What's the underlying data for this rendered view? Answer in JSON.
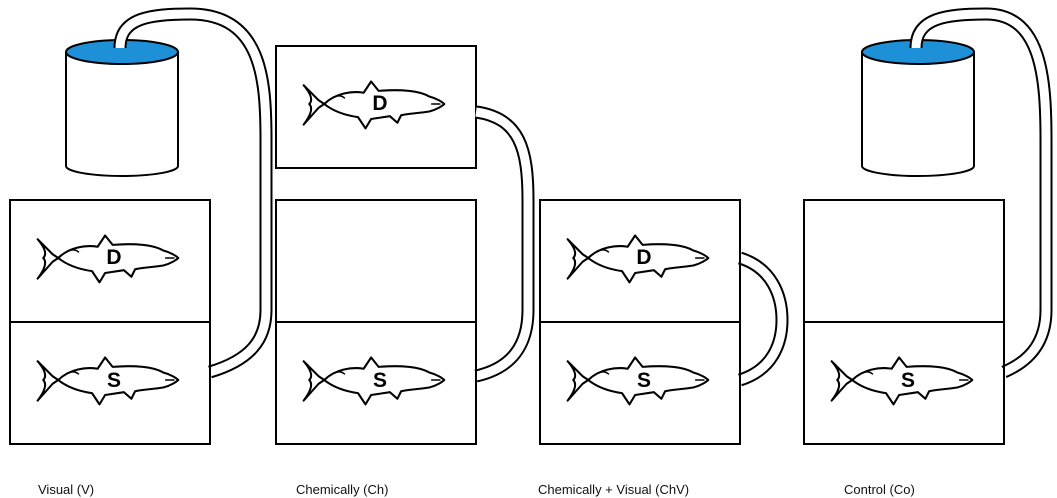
{
  "conditions": [
    {
      "label": "Visual (V)",
      "upper_fish": "D",
      "lower_fish": "S"
    },
    {
      "label": "Chemically (Ch)",
      "upper_fish": "D",
      "lower_fish": "S"
    },
    {
      "label": "Chemically + Visual (ChV)",
      "upper_fish": "D",
      "lower_fish": "S"
    },
    {
      "label": "Control (Co)",
      "lower_fish": "S"
    }
  ],
  "colors": {
    "water": "#1e90d8",
    "stroke": "#000000",
    "background": "#ffffff"
  }
}
